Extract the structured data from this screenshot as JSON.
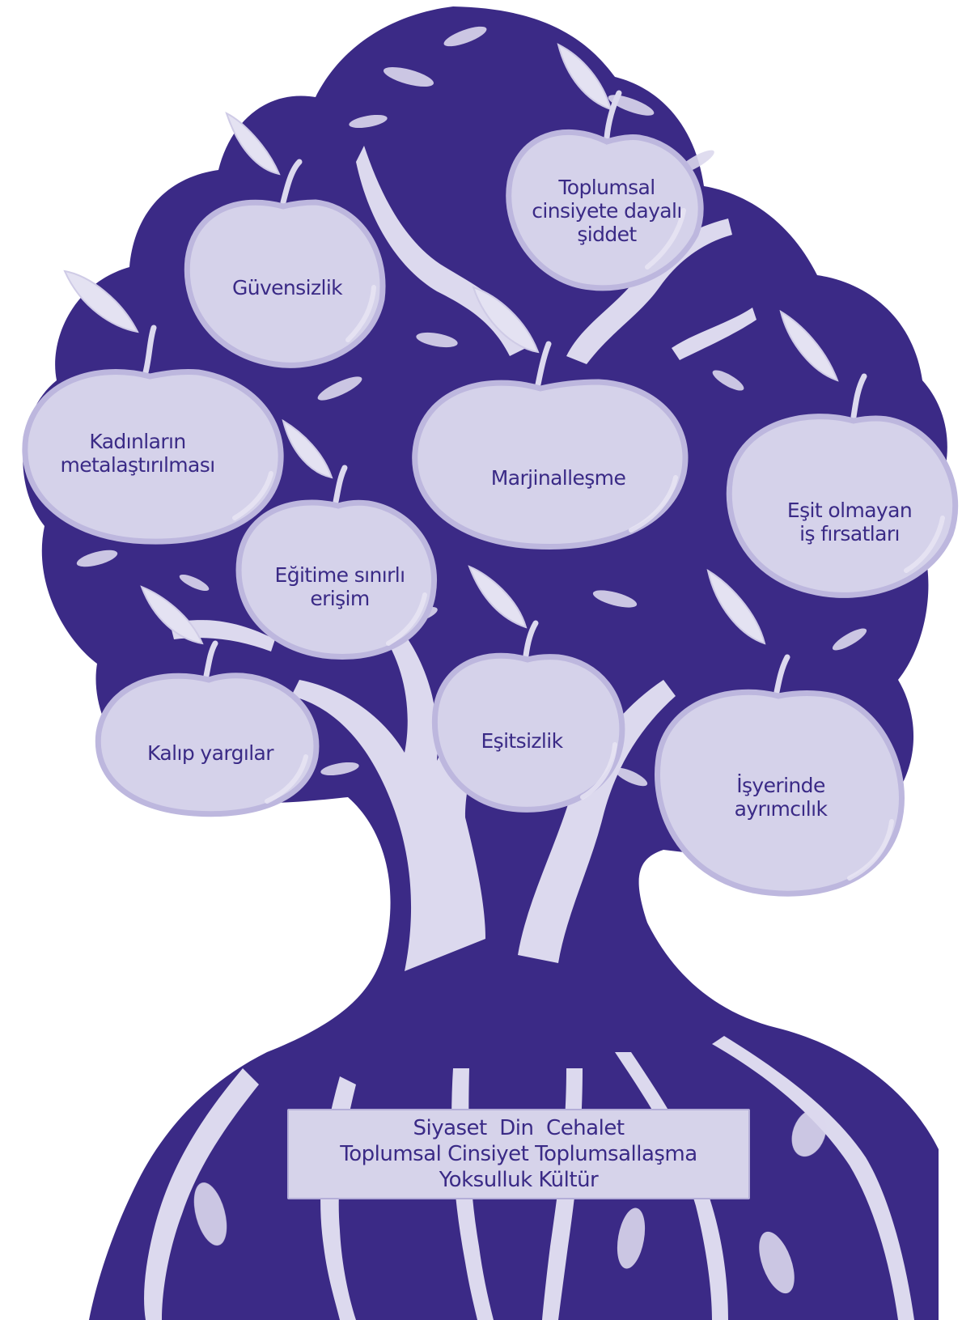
{
  "colors": {
    "tree": "#3b2a86",
    "branch": "#dcd9ee",
    "apple_fill": "#d5d2ea",
    "apple_rim": "#bdb7de",
    "leaf": "#e4e2f2",
    "text": "#3a2a86",
    "root_box": "#d6d3ea"
  },
  "apples": [
    {
      "id": "apple-toplumsal-siddet",
      "label": "Toplumsal\ncinsiyete dayalı\nşiddet"
    },
    {
      "id": "apple-guvensizlik",
      "label": "Güvensizlik"
    },
    {
      "id": "apple-kadinlarin-metalastirilmasi",
      "label": "Kadınların\nmetalaştırılması"
    },
    {
      "id": "apple-marjinallesme",
      "label": "Marjinalleşme"
    },
    {
      "id": "apple-esit-olmayan-is-firsatlari",
      "label": "Eşit olmayan\niş fırsatları"
    },
    {
      "id": "apple-egitime-sinirli-erisim",
      "label": "Eğitime sınırlı\nerişim"
    },
    {
      "id": "apple-kalip-yargilar",
      "label": "Kalıp yargılar"
    },
    {
      "id": "apple-esitsizlik",
      "label": "Eşitsizlik"
    },
    {
      "id": "apple-isyerinde-ayrimcilik",
      "label": "İşyerinde\nayrımcılık"
    }
  ],
  "roots": {
    "line1": "Siyaset  Din  Cehalet",
    "line2": "Toplumsal Cinsiyet Toplumsallaşma",
    "line3": "Yoksulluk Kültür"
  }
}
